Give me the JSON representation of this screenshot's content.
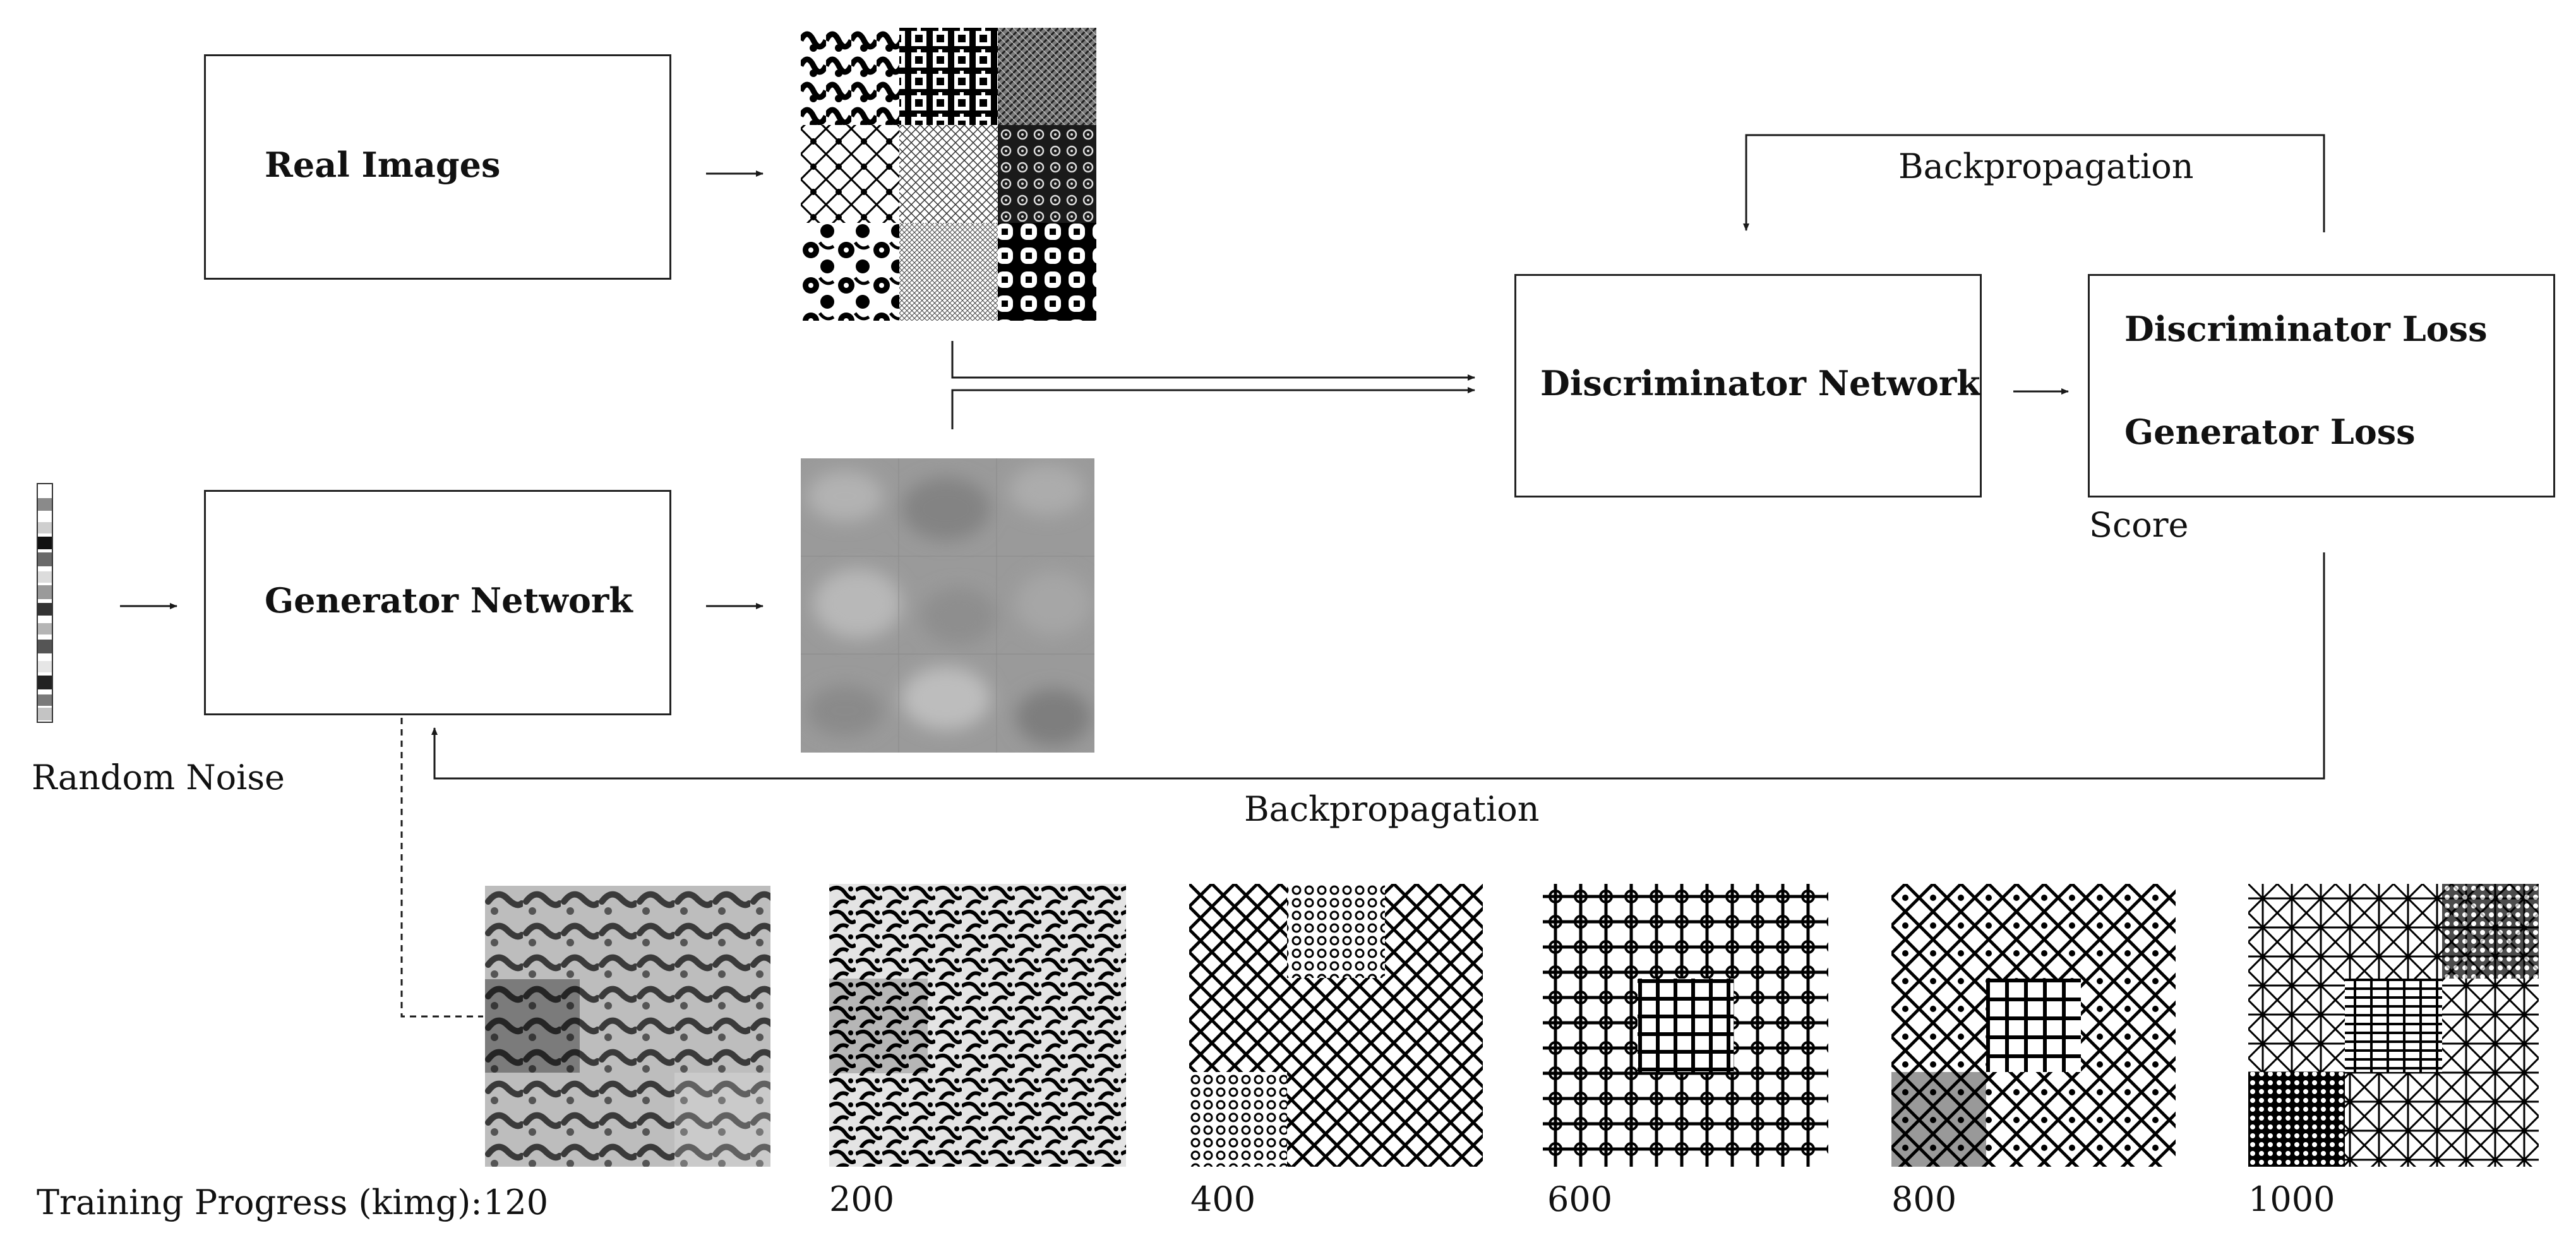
{
  "diagram": {
    "boxes": {
      "real_images": "Real Images",
      "generator": "Generator Network",
      "discriminator": "Discriminator Network",
      "discriminator_loss": "Discriminator Loss",
      "generator_loss": "Generator Loss"
    },
    "labels": {
      "random_noise": "Random Noise",
      "score": "Score",
      "backprop_top": "Backpropagation",
      "backprop_bottom": "Backpropagation",
      "training_progress": "Training Progress (kimg):"
    },
    "progress_steps": [
      "120",
      "200",
      "400",
      "600",
      "800",
      "1000"
    ]
  },
  "colors": {
    "line": "#1a1a1a",
    "generated_gray": "#9a9a9a"
  },
  "icons": {
    "noise_vector": "noise-vector-icon",
    "real_texture_grid": "texture-grid-icon",
    "generated_texture_grid": "blurry-texture-grid-icon"
  }
}
